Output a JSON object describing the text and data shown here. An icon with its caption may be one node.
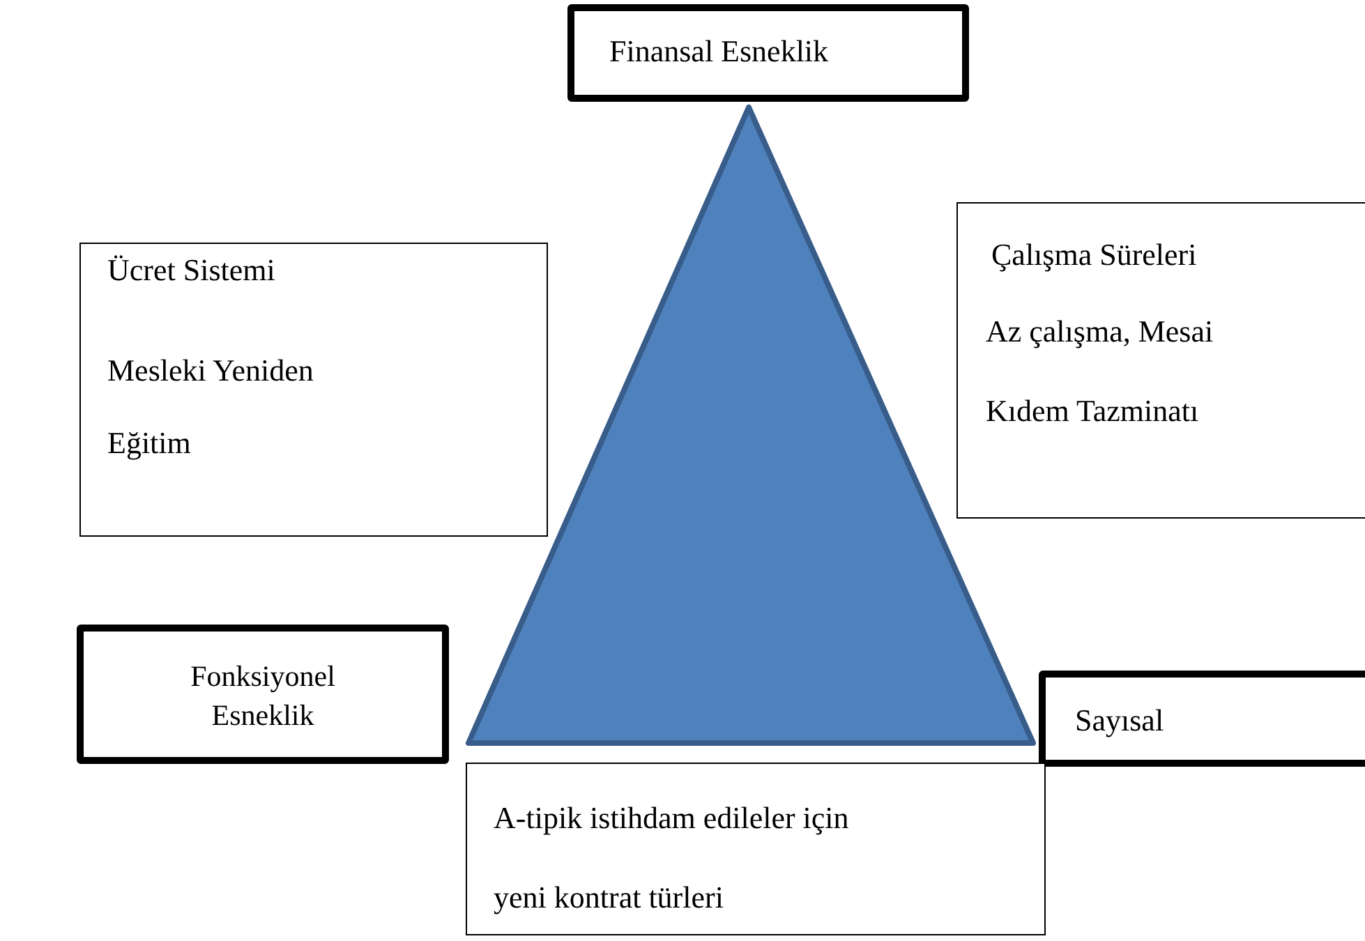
{
  "diagram": {
    "nodes": [
      {
        "text": [
          "Finansal Esneklik"
        ]
      },
      {
        "text": [
          "Ücret Sistemi",
          "Mesleki Yeniden Eğitim"
        ]
      },
      {
        "text": [
          "Çalışma Süreleri",
          "Az çalışma, Mesai",
          "Kıdem Tazminatı"
        ]
      },
      {
        "text": [
          "Fonksiyonel Esneklik"
        ]
      },
      {
        "text": [
          "Sayısal"
        ]
      },
      {
        "text": [
          "A-tipik istihdam edileler için yeni kontrat türleri"
        ]
      },
      {
        "text": [],
        "shape": "triangle"
      }
    ]
  }
}
